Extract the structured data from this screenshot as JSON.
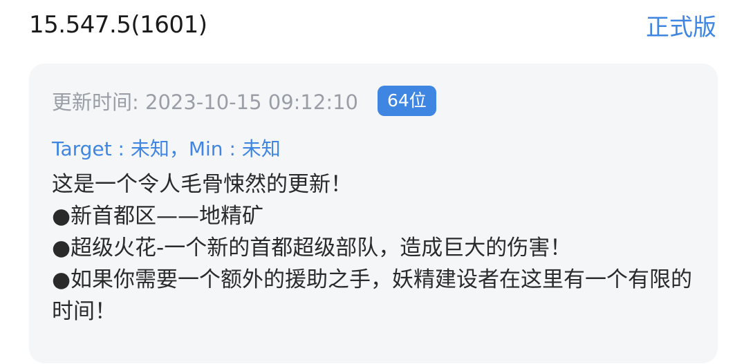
{
  "header": {
    "version": "15.547.5(1601)",
    "channel": "正式版"
  },
  "card": {
    "update_time": "更新时间: 2023-10-15 09:12:10",
    "arch_badge": "64位",
    "target_min": "Target : 未知，Min : 未知",
    "notes": [
      "这是一个令人毛骨悚然的更新！",
      "●新首都区——地精矿",
      "●超级火花-一个新的首都超级部队，造成巨大的伤害！",
      "●如果你需要一个额外的援助之手，妖精建设者在这里有一个有限的时间！"
    ]
  },
  "colors": {
    "accent": "#3f86e2",
    "card_bg": "#f5f6f8",
    "muted_text": "#9a9ea6"
  }
}
